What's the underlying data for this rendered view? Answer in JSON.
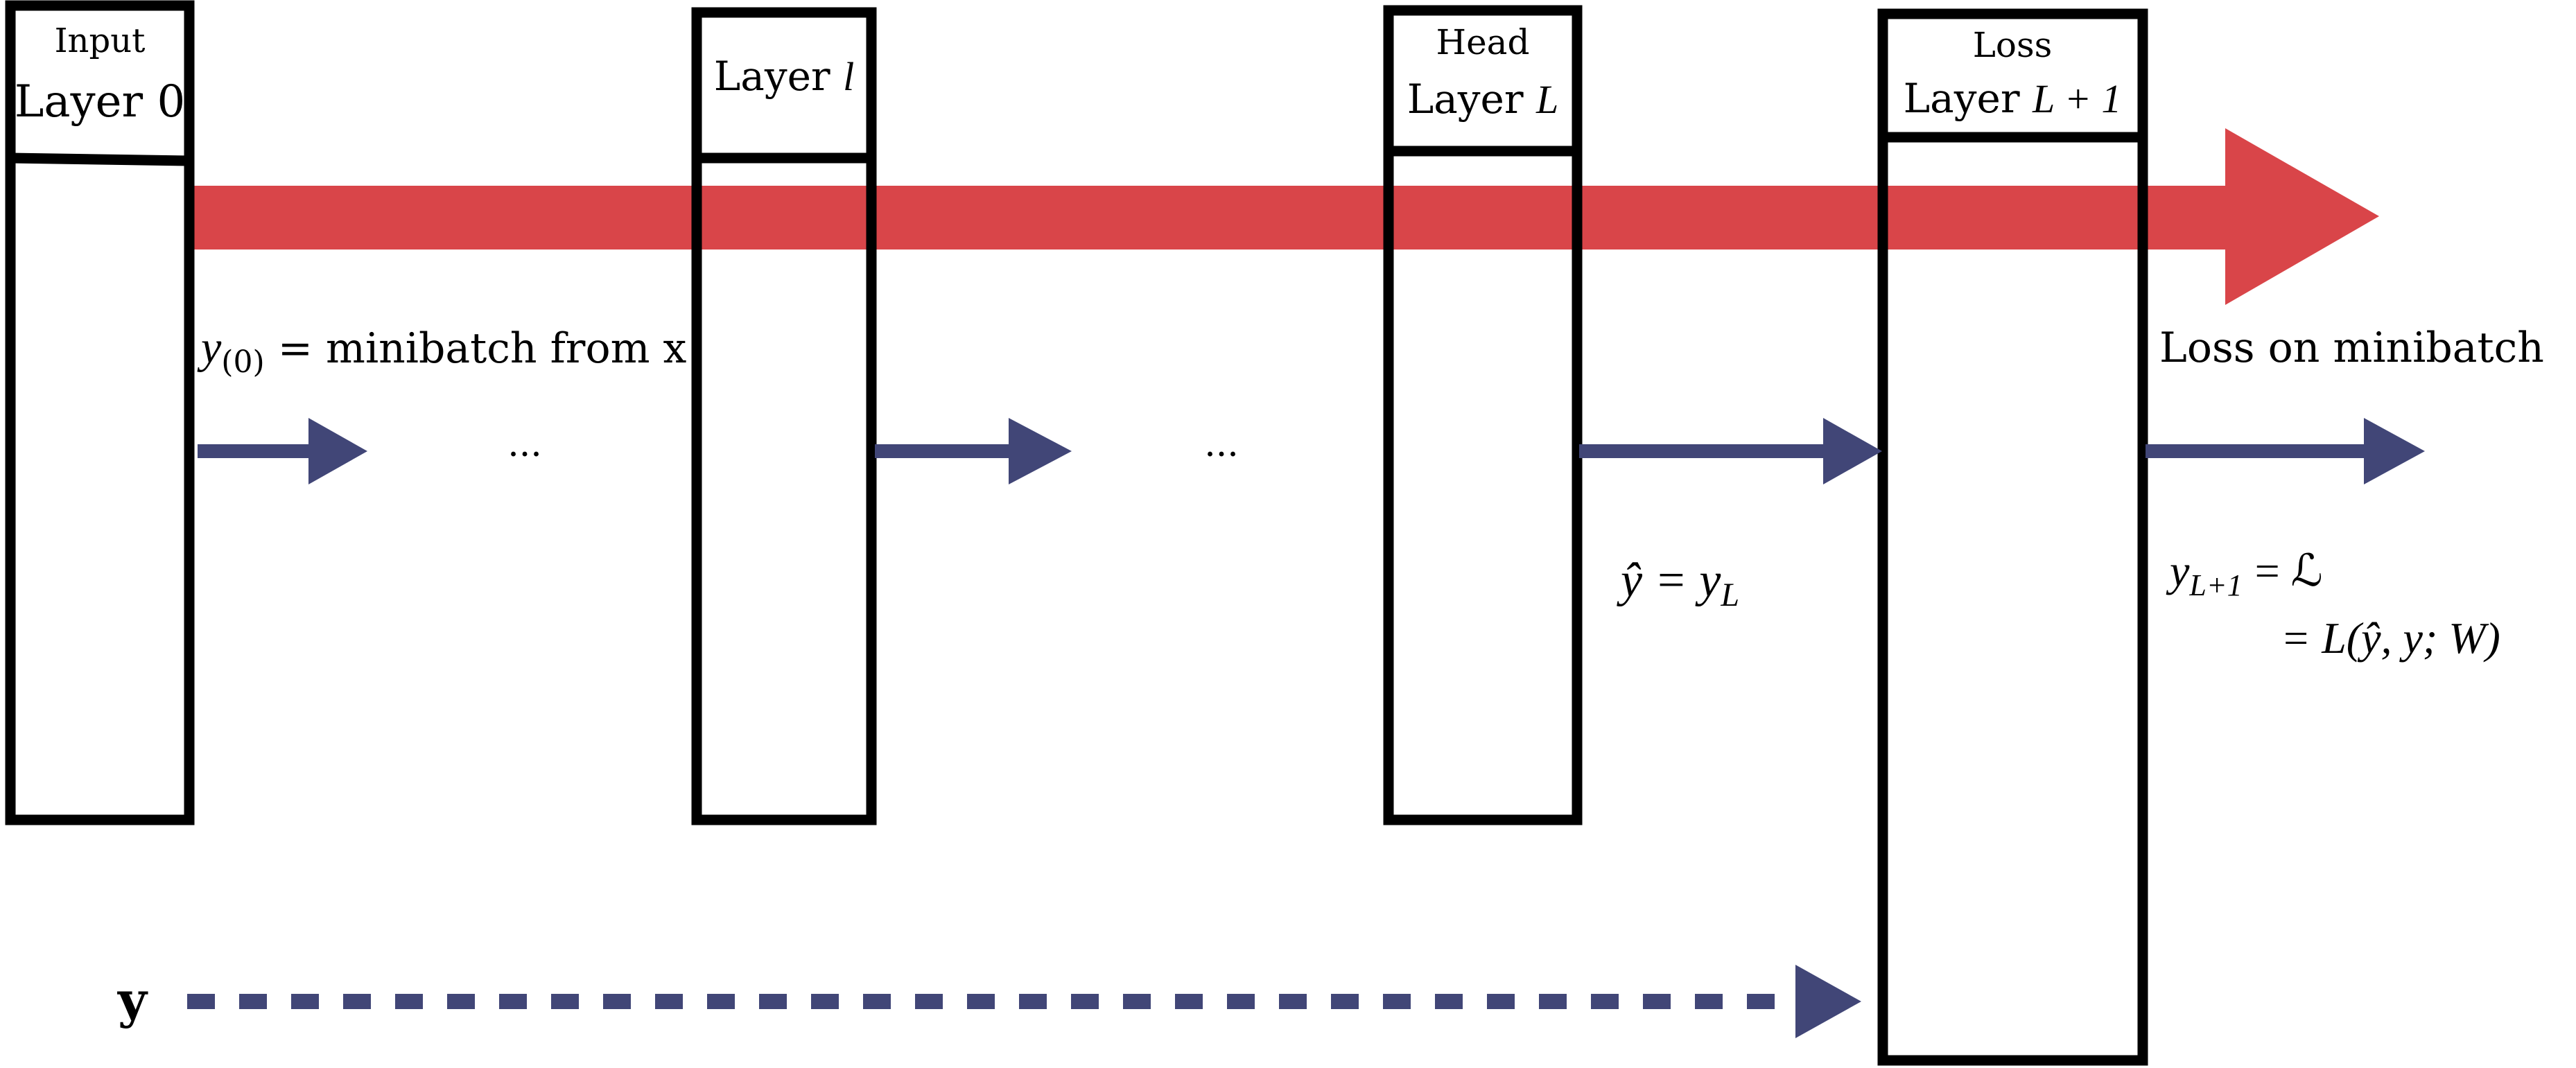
{
  "layers": [
    {
      "id": "layer-0",
      "top_label": "Input",
      "bottom_label_text": "Layer ",
      "bottom_label_math": "0",
      "math_italic": false
    },
    {
      "id": "layer-l",
      "top_label": "",
      "bottom_label_text": "Layer ",
      "bottom_label_math": "l",
      "math_italic": true
    },
    {
      "id": "layer-L",
      "top_label": "Head",
      "bottom_label_text": "Layer ",
      "bottom_label_math": "L",
      "math_italic": true
    },
    {
      "id": "layer-loss",
      "top_label": "Loss",
      "bottom_label_text": "Layer ",
      "bottom_label_math": "L + 1",
      "math_italic": true
    }
  ],
  "annotations": {
    "input_sym": "y",
    "input_sub": "(0)",
    "input_text": " = minibatch from x",
    "ellipsis_1": "...",
    "ellipsis_2": "...",
    "yhat_eq": "ŷ = y",
    "yhat_sub": "L",
    "loss_title": "Loss on minibatch",
    "loss_eq_lhs": "y",
    "loss_eq_lhs_sub": "L+1",
    "loss_eq_rhs1": "= ℒ",
    "loss_eq_rhs2": "= L(ŷ, y; W)",
    "target_label": "y"
  },
  "colors": {
    "forward_arrow": "#d94549",
    "data_arrow": "#414677",
    "box_stroke": "#000000"
  }
}
